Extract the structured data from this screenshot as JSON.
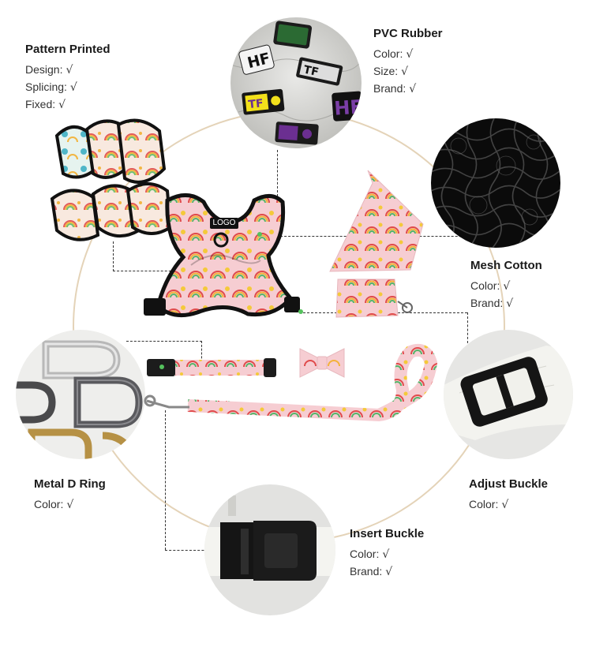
{
  "callouts": {
    "pattern_printed": {
      "title": "Pattern Printed",
      "rows": [
        {
          "label": "Design:",
          "mark": "√"
        },
        {
          "label": "Splicing:",
          "mark": "√"
        },
        {
          "label": "Fixed:",
          "mark": "√"
        }
      ]
    },
    "pvc_rubber": {
      "title": "PVC Rubber",
      "rows": [
        {
          "label": "Color:",
          "mark": "√"
        },
        {
          "label": "Size:",
          "mark": "√"
        },
        {
          "label": "Brand:",
          "mark": "√"
        }
      ]
    },
    "mesh_cotton": {
      "title": "Mesh Cotton",
      "rows": [
        {
          "label": "Color:",
          "mark": "√"
        },
        {
          "label": "Brand:",
          "mark": "√"
        }
      ]
    },
    "metal_d_ring": {
      "title": "Metal D Ring",
      "rows": [
        {
          "label": "Color:",
          "mark": "√"
        }
      ]
    },
    "adjust_buckle": {
      "title": "Adjust Buckle",
      "rows": [
        {
          "label": "Color:",
          "mark": "√"
        }
      ]
    },
    "insert_buckle": {
      "title": "Insert Buckle",
      "rows": [
        {
          "label": "Color:",
          "mark": "√"
        },
        {
          "label": "Brand:",
          "mark": "√"
        }
      ]
    }
  },
  "harness_logo": "LOGO",
  "patches": [
    "HF",
    "TF",
    "TF",
    "HF"
  ],
  "colors": {
    "ring": "#e4d3b8",
    "pattern_pink": "#f6cdd2",
    "harness_trim": "#111111",
    "patch_purple": "#6b2f91",
    "patch_green": "#1d4d2a"
  }
}
